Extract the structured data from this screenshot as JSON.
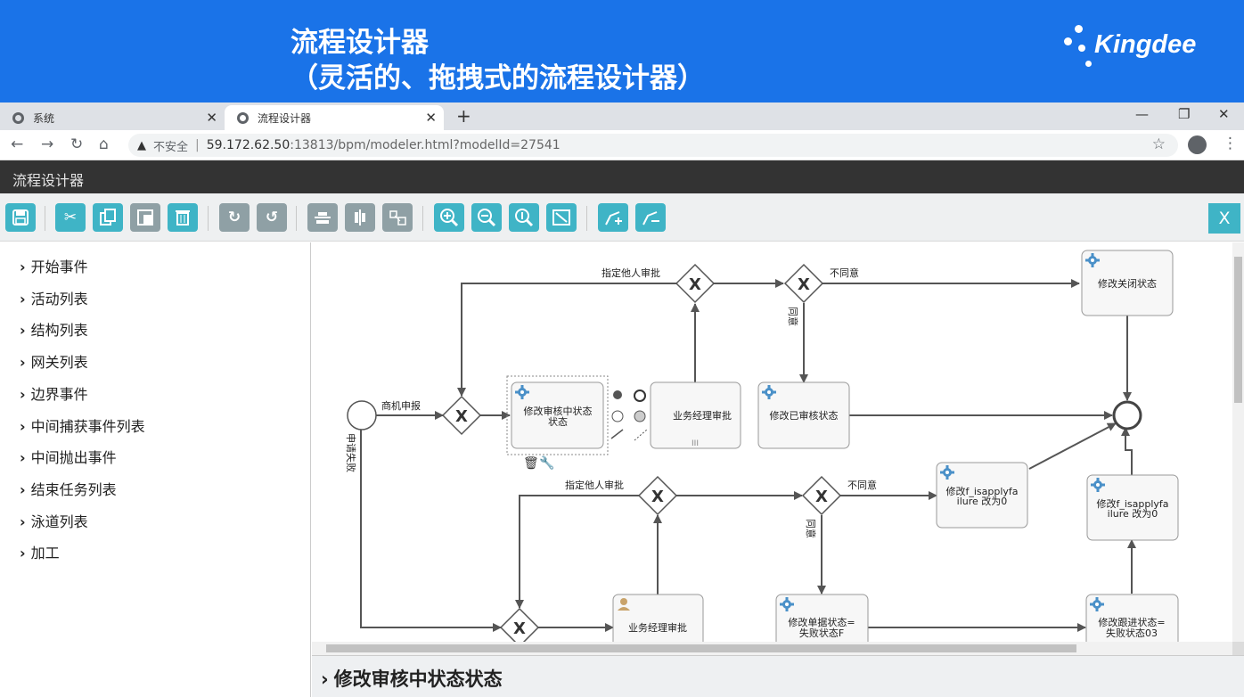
{
  "banner": {
    "title_line1": "流程设计器",
    "title_line2": "（灵活的、拖拽式的流程设计器）",
    "logo_text": "Kingdee"
  },
  "browser": {
    "tabs": [
      {
        "label": "系统",
        "active": false
      },
      {
        "label": "流程设计器",
        "active": true
      }
    ],
    "address": {
      "security_label": "不安全",
      "host": "59.172.62.50",
      "url_rest": ":13813/bpm/modeler.html?modelId=27541"
    }
  },
  "app": {
    "title": "流程设计器",
    "close_label": "X",
    "accent_color": "#3fb4c6",
    "toolbar_icons": [
      "save-icon",
      "cut-icon",
      "copy-icon",
      "paste-icon",
      "delete-icon",
      "redo-icon",
      "undo-icon",
      "align-horizontal-icon",
      "align-vertical-icon",
      "same-size-icon",
      "zoom-in-icon",
      "zoom-out-icon",
      "zoom-actual-icon",
      "zoom-fit-icon",
      "add-bendpoint-icon",
      "remove-bendpoint-icon"
    ]
  },
  "sidebar": {
    "items": [
      {
        "label": "开始事件"
      },
      {
        "label": "活动列表"
      },
      {
        "label": "结构列表"
      },
      {
        "label": "网关列表"
      },
      {
        "label": "边界事件"
      },
      {
        "label": "中间捕获事件列表"
      },
      {
        "label": "中间抛出事件"
      },
      {
        "label": "结束任务列表"
      },
      {
        "label": "泳道列表"
      },
      {
        "label": "加工"
      }
    ]
  },
  "diagram": {
    "tasks": {
      "modify_audit_status": "修改审核中状态状态",
      "business_manager_approve_top": "业务经理审批",
      "modify_audited": "修改已审核状态",
      "modify_closed": "修改关闭状态",
      "modify_f_applyfailure_1": "修改f_isapplyfailure 改为0",
      "modify_f_applyfailure_2": "修改f_isapplyfailure 改为0",
      "business_manager_approve_bottom": "业务经理审批",
      "modify_doc_status": "修改单据状态=失败状态F",
      "modify_followup_status": "修改跟进状态=失败状态03"
    },
    "flows": {
      "submit": "商机申报",
      "apply_failed": "申请失败",
      "assign_other_top": "指定他人审批",
      "disagree_top": "不同意",
      "agree_top": "同意",
      "assign_other_bottom": "指定他人审批",
      "disagree_bottom": "不同意",
      "agree_bottom": "同意"
    }
  },
  "properties": {
    "title": "修改审核中状态状态"
  }
}
